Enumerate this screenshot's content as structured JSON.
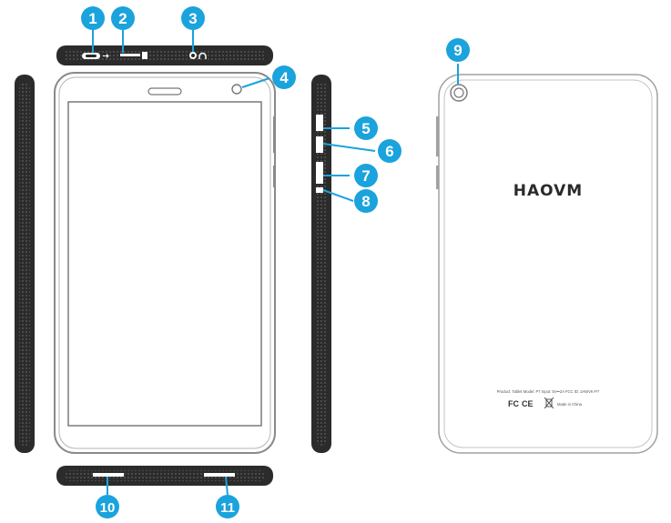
{
  "colors": {
    "accent": "#1aa3dc",
    "device_body": "#2b2b2b",
    "grip_texture": "#555555",
    "outline": "#9a9a9a",
    "background": "#ffffff"
  },
  "callouts": [
    {
      "number": "1",
      "part": "top-edge-port-left"
    },
    {
      "number": "2",
      "part": "card-slot"
    },
    {
      "number": "3",
      "part": "headphone-jack"
    },
    {
      "number": "4",
      "part": "front-camera"
    },
    {
      "number": "5",
      "part": "side-button-1"
    },
    {
      "number": "6",
      "part": "side-button-2"
    },
    {
      "number": "7",
      "part": "side-button-3"
    },
    {
      "number": "8",
      "part": "side-button-4"
    },
    {
      "number": "9",
      "part": "rear-camera"
    },
    {
      "number": "10",
      "part": "speaker-left"
    },
    {
      "number": "11",
      "part": "speaker-right"
    }
  ],
  "back": {
    "brand": "HAOVM",
    "label_line1": "Product: Tablet  Model: P7  Input: 5V⎓2A  FCC ID: 2AWVK-P7",
    "cert_fc": "FC",
    "cert_ce": "CE",
    "made_in": "Made in China"
  }
}
